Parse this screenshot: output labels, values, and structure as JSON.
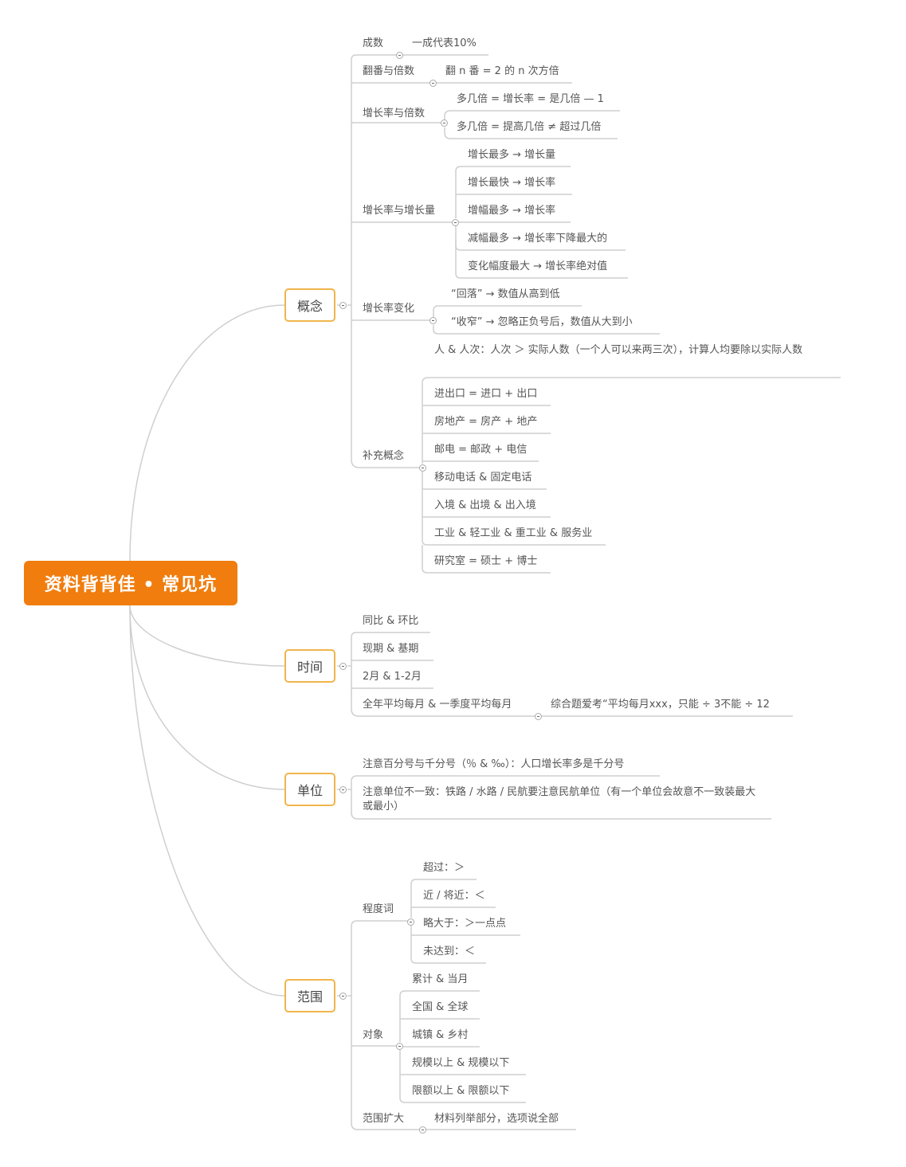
{
  "root": "资料背背佳 • 常见坑",
  "categories": {
    "concept": "概念",
    "time": "时间",
    "unit": "单位",
    "range": "范围"
  },
  "concept": {
    "chengshu": {
      "label": "成数",
      "child": "一成代表10%"
    },
    "fanfan": {
      "label": "翻番与倍数",
      "child": "翻 n 番 = 2 的 n 次方倍"
    },
    "zengzhang_beishu": {
      "label": "增长率与倍数",
      "children": [
        "多几倍 = 增长率 = 是几倍 — 1",
        "多几倍 = 提高几倍 ≠ 超过几倍"
      ]
    },
    "zengzhang_liang": {
      "label": "增长率与增长量",
      "children": [
        "增长最多 → 增长量",
        "增长最快 → 增长率",
        "增幅最多 → 增长率",
        "减幅最多 → 增长率下降最大的",
        "变化幅度最大 → 增长率绝对值"
      ]
    },
    "bianhua": {
      "label": "增长率变化",
      "children": [
        "“回落” → 数值从高到低",
        "“收窄” → 忽略正负号后，数值从大到小"
      ]
    },
    "buchong": {
      "label": "补充概念",
      "children": [
        "人 & 人次：人次 ＞ 实际人数（一个人可以来两三次），计算人均要除以实际人数",
        "进出口 = 进口 + 出口",
        "房地产 = 房产 + 地产",
        "邮电 = 邮政 + 电信",
        "移动电话 & 固定电话",
        "入境 & 出境 & 出入境",
        "工业 & 轻工业 & 重工业 & 服务业",
        "研究室 = 硕士 + 博士"
      ]
    }
  },
  "time": {
    "items": [
      "同比 & 环比",
      "现期 & 基期",
      "2月 & 1-2月"
    ],
    "quannian": {
      "label": "全年平均每月 & 一季度平均每月",
      "child": "综合题爱考“平均每月xxx，只能 ÷ 3不能 ÷ 12"
    }
  },
  "unit": {
    "items": [
      "注意百分号与千分号（％ & ‰）：人口增长率多是千分号",
      "注意单位不一致：铁路 / 水路 / 民航要注意民航单位（有一个单位会故意不一致装最大或最小）"
    ]
  },
  "range": {
    "chengdu": {
      "label": "程度词",
      "children": [
        "超过：＞",
        "近 / 将近：＜",
        "略大于：＞一点点",
        "未达到：＜"
      ]
    },
    "duixiang": {
      "label": "对象",
      "children": [
        "累计 & 当月",
        "全国 & 全球",
        "城镇 & 乡村",
        "规模以上 & 规模以下",
        "限额以上 & 限额以下"
      ]
    },
    "kuoda": {
      "label": "范围扩大",
      "child": "材料列举部分，选项说全部"
    }
  },
  "colors": {
    "root_bg": "#f07d0e",
    "cat_border": "#f0b54c",
    "line": "#cccccc",
    "text": "#555555"
  }
}
